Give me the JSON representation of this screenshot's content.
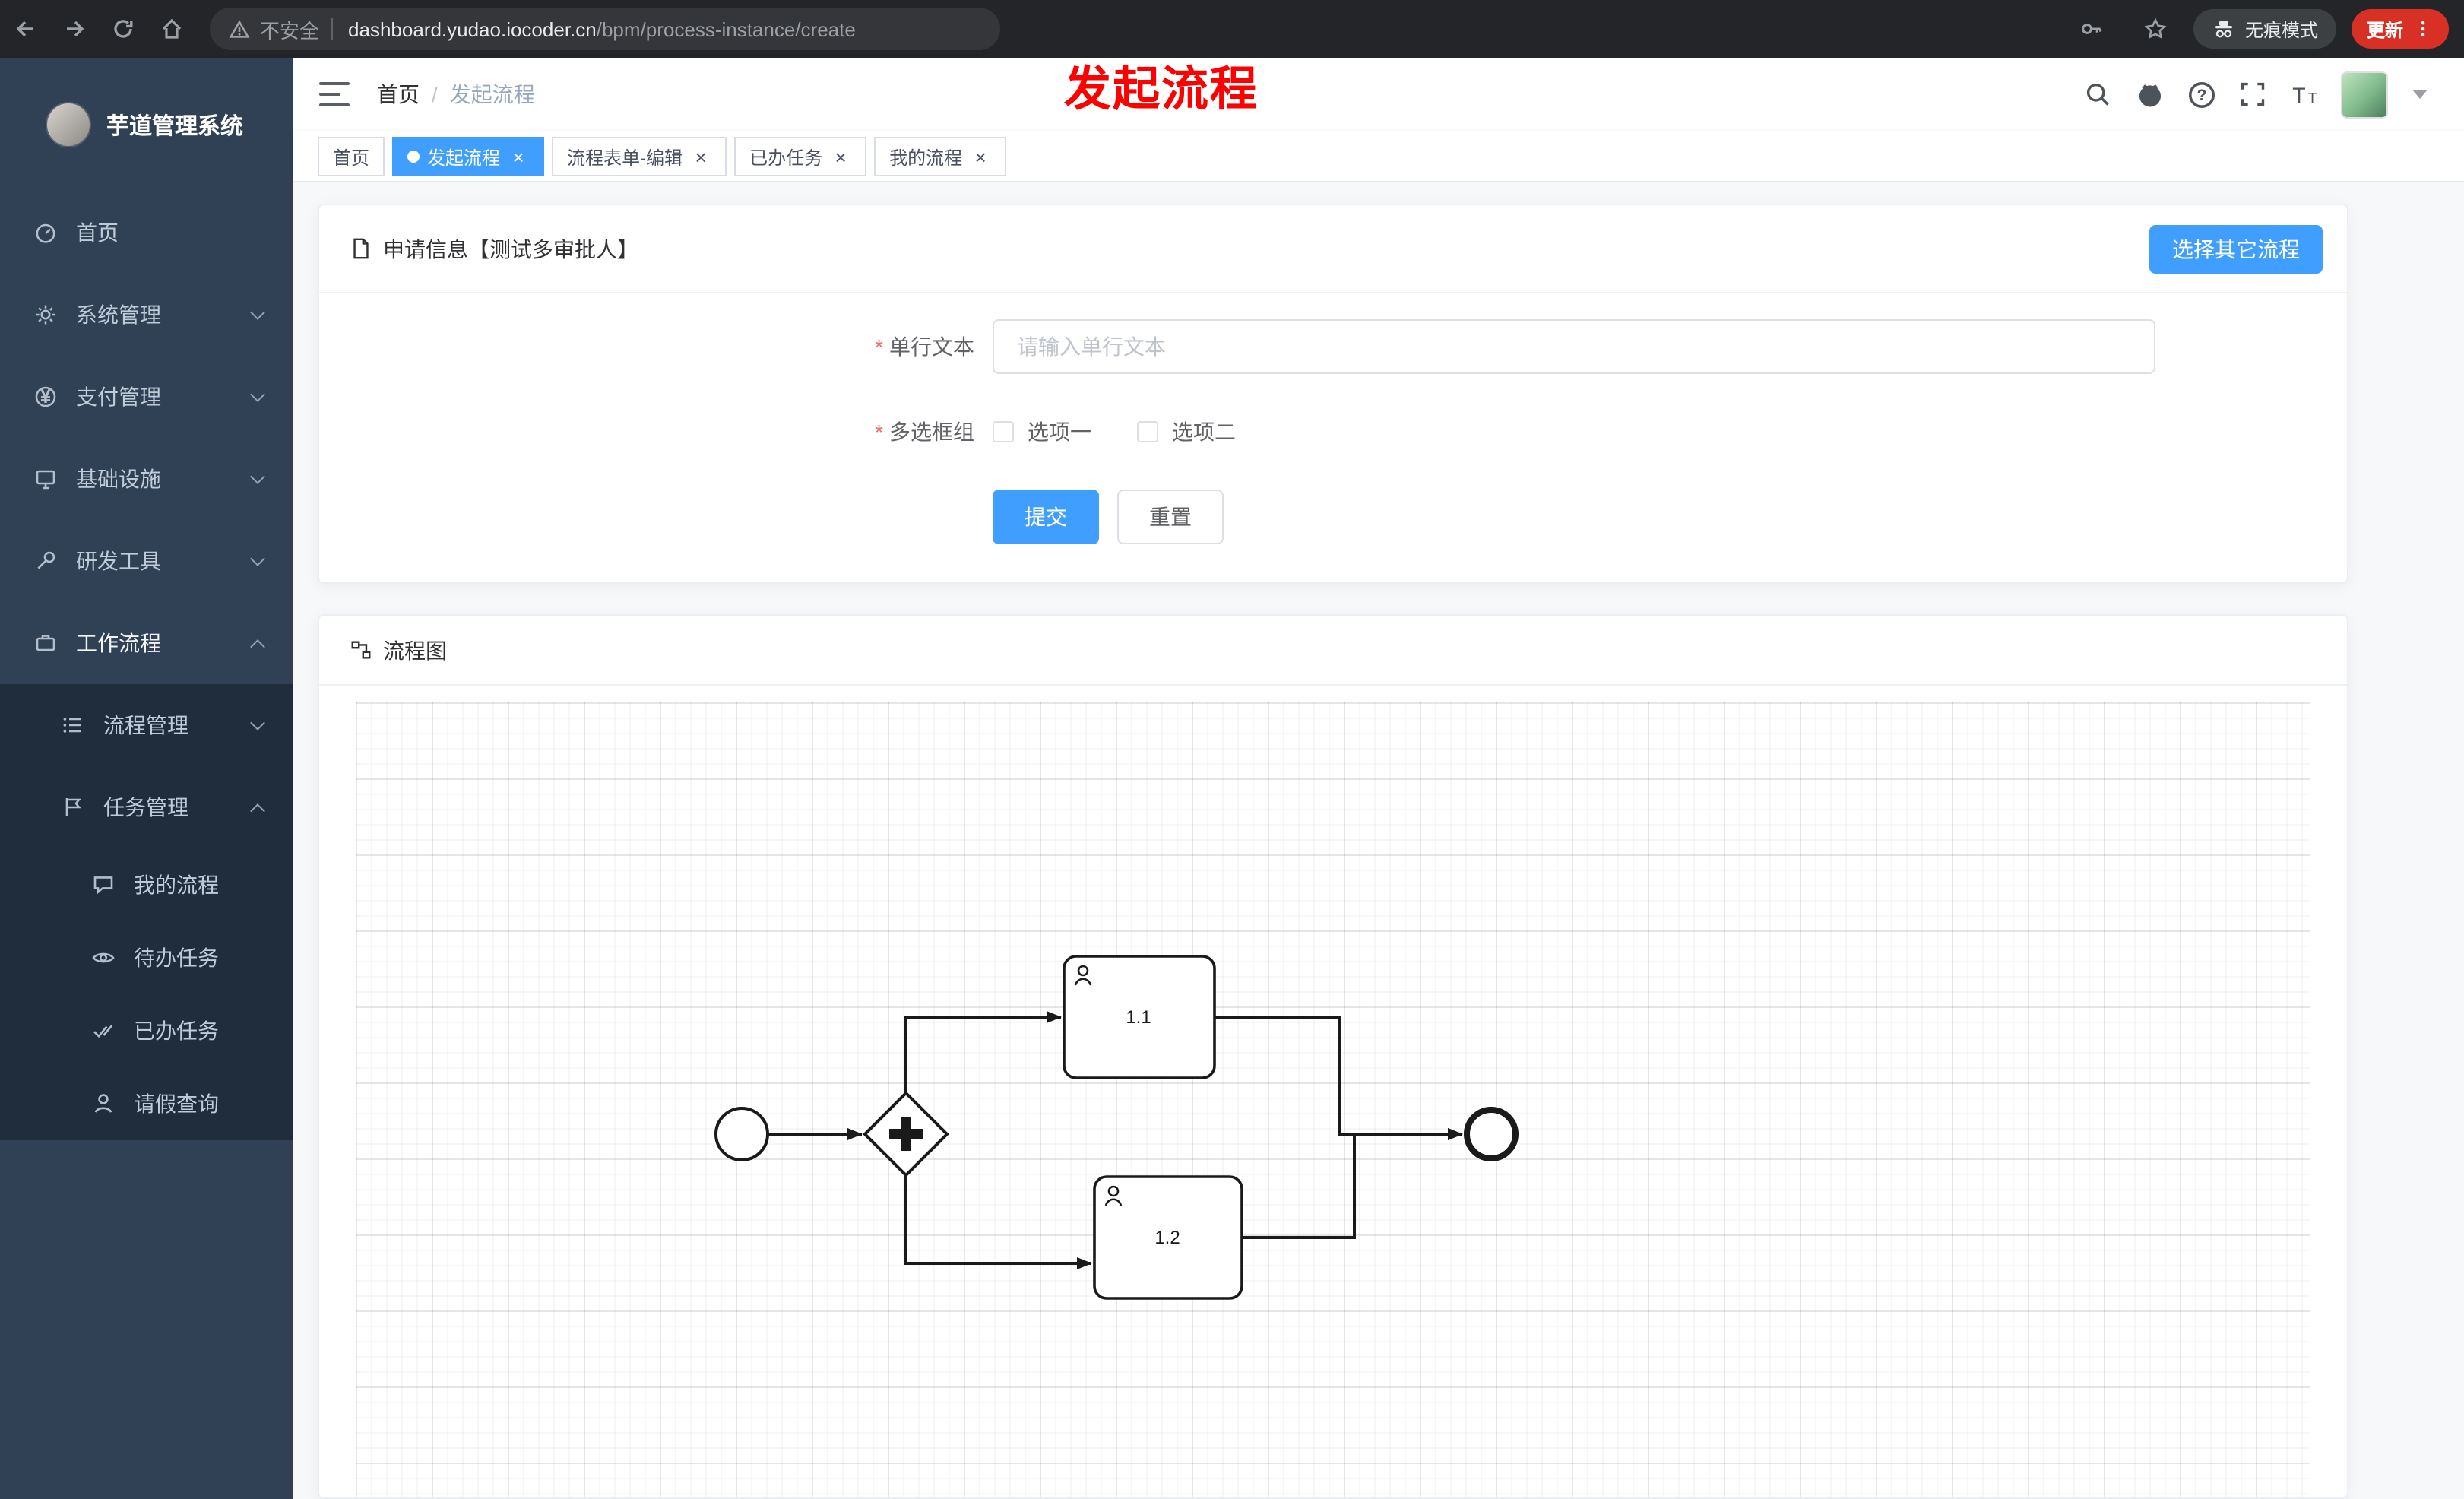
{
  "browser": {
    "security_label": "不安全",
    "url_domain": "dashboard.yudao.iocoder.cn",
    "url_path": "/bpm/process-instance/create",
    "incognito_label": "无痕模式",
    "update_label": "更新"
  },
  "annotation": {
    "title": "发起流程",
    "color": "#ff0000"
  },
  "sidebar": {
    "logo_title": "芋道管理系统",
    "items": [
      {
        "label": "首页",
        "icon": "dashboard-icon"
      },
      {
        "label": "系统管理",
        "icon": "gear-icon",
        "chevron": "down"
      },
      {
        "label": "支付管理",
        "icon": "payment-icon",
        "chevron": "down"
      },
      {
        "label": "基础设施",
        "icon": "infrastructure-icon",
        "chevron": "down"
      },
      {
        "label": "研发工具",
        "icon": "tools-icon",
        "chevron": "down"
      },
      {
        "label": "工作流程",
        "icon": "workflow-icon",
        "chevron": "up",
        "expanded": true
      }
    ],
    "submenu": [
      {
        "label": "流程管理",
        "icon": "process-list-icon",
        "chevron": "down"
      },
      {
        "label": "任务管理",
        "icon": "task-flag-icon",
        "chevron": "up",
        "expanded": true
      }
    ],
    "task_items": [
      {
        "label": "我的流程",
        "icon": "chat-icon"
      },
      {
        "label": "待办任务",
        "icon": "eye-icon"
      },
      {
        "label": "已办任务",
        "icon": "double-check-icon"
      },
      {
        "label": "请假查询",
        "icon": "person-icon"
      }
    ]
  },
  "header": {
    "breadcrumb": [
      "首页",
      "发起流程"
    ]
  },
  "tabs": [
    {
      "label": "首页",
      "active": false,
      "closable": false
    },
    {
      "label": "发起流程",
      "active": true,
      "closable": true
    },
    {
      "label": "流程表单-编辑",
      "active": false,
      "closable": true
    },
    {
      "label": "已办任务",
      "active": false,
      "closable": true
    },
    {
      "label": "我的流程",
      "active": false,
      "closable": true
    }
  ],
  "form_card": {
    "title": "申请信息【测试多审批人】",
    "select_other_button": "选择其它流程",
    "fields": [
      {
        "label": "单行文本",
        "required": true,
        "type": "text-input",
        "value": "",
        "placeholder": "请输入单行文本"
      },
      {
        "label": "多选框组",
        "required": true,
        "type": "checkbox-group",
        "options": [
          {
            "label": "选项一",
            "checked": false
          },
          {
            "label": "选项二",
            "checked": false
          }
        ]
      }
    ],
    "submit_label": "提交",
    "reset_label": "重置"
  },
  "diagram_card": {
    "title": "流程图",
    "type": "bpmn",
    "nodes": [
      {
        "id": "start",
        "type": "start-event"
      },
      {
        "id": "gateway",
        "type": "parallel-gateway"
      },
      {
        "id": "task-1-1",
        "type": "user-task",
        "label": "1.1"
      },
      {
        "id": "task-1-2",
        "type": "user-task",
        "label": "1.2"
      },
      {
        "id": "end",
        "type": "end-event"
      }
    ],
    "flows": [
      [
        "start",
        "gateway"
      ],
      [
        "gateway",
        "task-1-1"
      ],
      [
        "gateway",
        "task-1-2"
      ],
      [
        "task-1-1",
        "end"
      ],
      [
        "task-1-2",
        "end"
      ]
    ]
  },
  "icons": {
    "close": "×",
    "help": "?",
    "text_size": "T",
    "payment_symbol": "¥",
    "required_mark": "*",
    "breadcrumb_separator": "/"
  },
  "colors": {
    "accent": "#409eff",
    "sidebar_bg": "#304156",
    "submenu_bg": "#1f2d3d",
    "active_tab_bg": "#409eff",
    "danger": "#f56c6c",
    "annotation_red": "#ff0000"
  }
}
